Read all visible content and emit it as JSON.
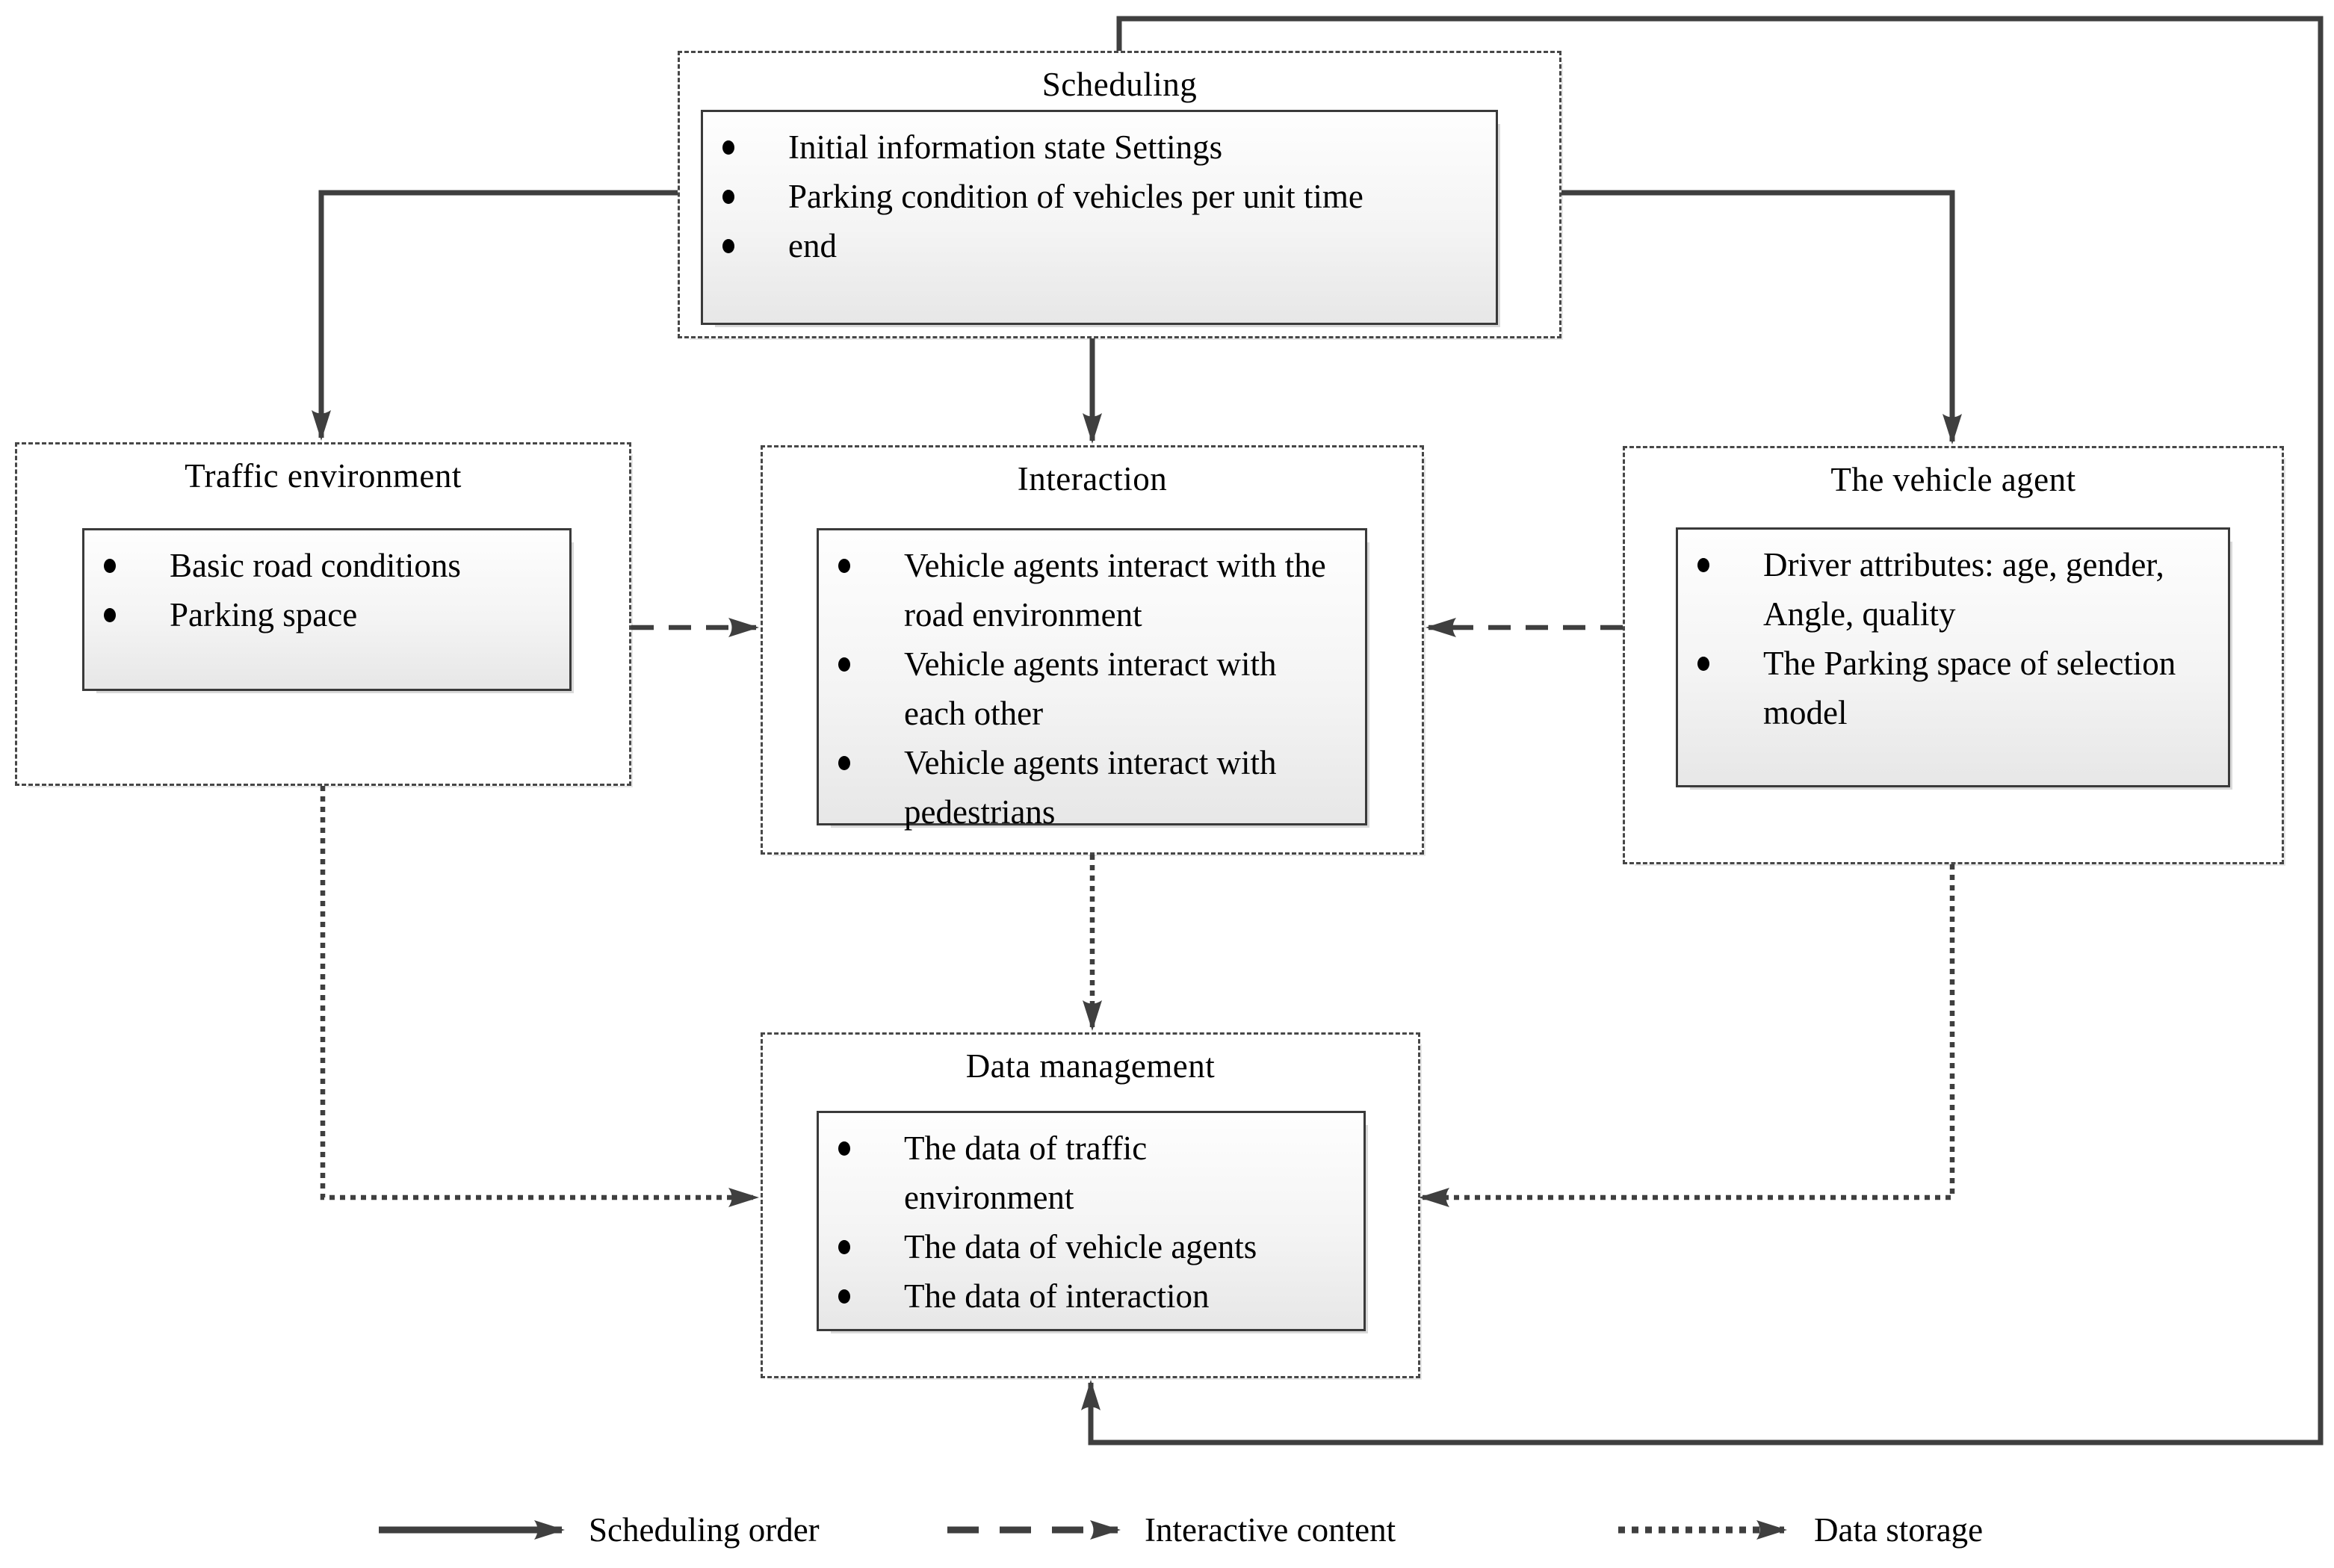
{
  "boxes": {
    "scheduling": {
      "title": "Scheduling",
      "items": [
        "Initial information state Settings",
        "Parking condition of vehicles per unit time",
        "end"
      ]
    },
    "traffic": {
      "title": "Traffic environment",
      "items": [
        "Basic road conditions",
        "Parking space"
      ]
    },
    "interaction": {
      "title": "Interaction",
      "items": [
        "Vehicle agents interact with the road environment",
        "Vehicle agents interact with each other",
        "Vehicle agents interact with pedestrians"
      ]
    },
    "vehicle": {
      "title": "The vehicle agent",
      "items": [
        "Driver attributes: age, gender, Angle, quality",
        "The Parking space of selection model"
      ]
    },
    "data": {
      "title": "Data management",
      "items": [
        "The data of traffic environment",
        "The data of vehicle agents",
        "The data of interaction"
      ]
    }
  },
  "legend": {
    "items": [
      {
        "style": "solid",
        "label": "Scheduling order"
      },
      {
        "style": "dashed",
        "label": "Interactive content"
      },
      {
        "style": "dotted",
        "label": "Data storage"
      }
    ]
  },
  "colors": {
    "line": "#3f3f3f",
    "text": "#000000",
    "panel_border": "#474747",
    "inner_border": "#3a3a3a",
    "inner_fill_top": "#fefefe",
    "inner_fill_bottom": "#e7e7e7",
    "background": "#ffffff"
  }
}
